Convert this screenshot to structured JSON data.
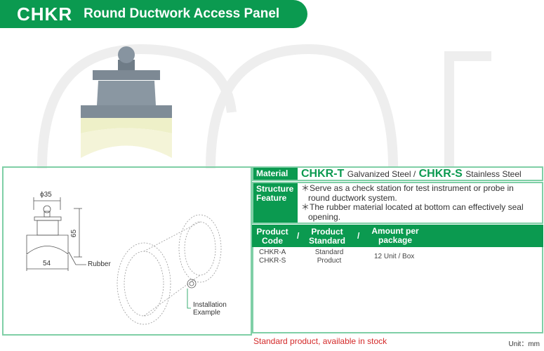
{
  "header": {
    "code": "CHKR",
    "title": "Round Ductwork Access Panel"
  },
  "diagram": {
    "diameter": "ϕ35",
    "height": "65",
    "width": "54",
    "rubber": "Rubber",
    "installation": "Installation",
    "example": "Example"
  },
  "material": {
    "label": "Material",
    "t_code": "CHKR-T",
    "t_desc": "Galvanized Steel /",
    "s_code": "CHKR-S",
    "s_desc": "Stainless Steel"
  },
  "structure": {
    "label1": "Structure",
    "label2": "Feature",
    "items": [
      "＊Serve as a check station for test instrument or probe in round ductwork system.",
      "＊The rubber material located at bottom can effectively seal opening."
    ]
  },
  "table": {
    "headers": [
      [
        "Product",
        "Code"
      ],
      [
        "Product",
        "Standard"
      ],
      [
        "Amount per",
        "package"
      ]
    ],
    "sep": "/",
    "codes": [
      "CHKR-A",
      "CHKR-S"
    ],
    "standard": [
      "Standard",
      "Product"
    ],
    "amount": "12 Unit / Box"
  },
  "footer": {
    "stock": "Standard product, available in stock",
    "unit": "Unit：mm"
  },
  "colors": {
    "green": "#0b9a50",
    "red": "#d42a2a"
  }
}
